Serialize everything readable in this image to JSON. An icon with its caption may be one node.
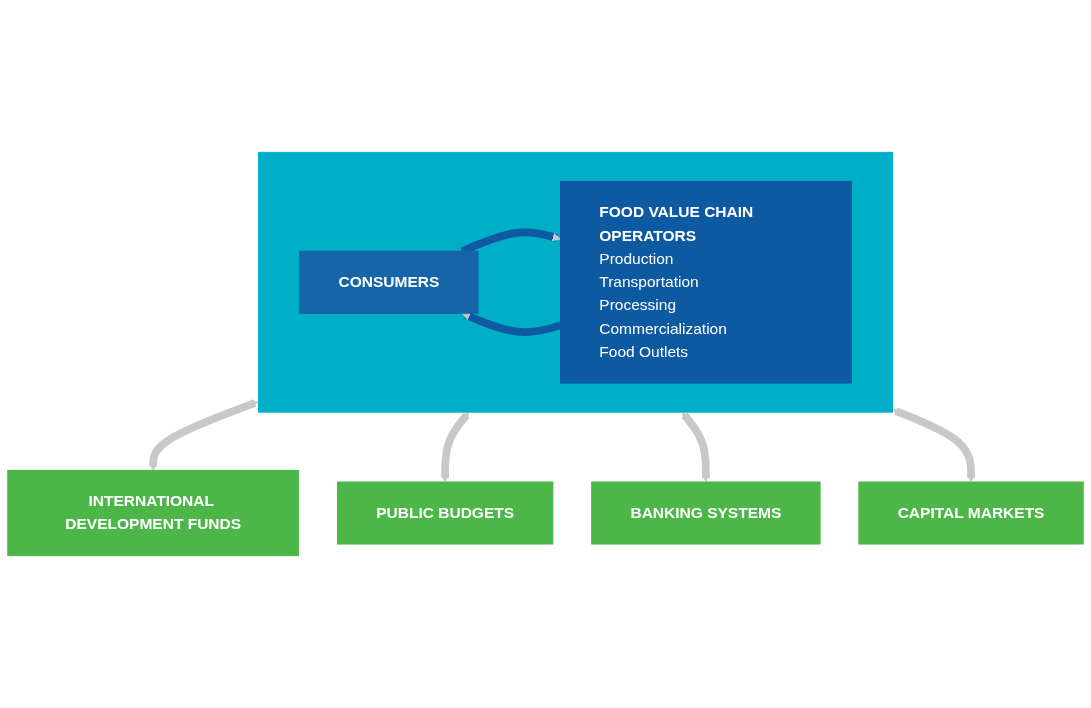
{
  "diagram": {
    "nodes": [
      {
        "text": [],
        "shape": "box"
      },
      {
        "text": [
          "CONSUMERS"
        ],
        "in": 0
      },
      {
        "text": [
          "FOOD VALUE CHAIN OPERATORS",
          "Production",
          "Transportation",
          "Processing",
          "Commercialization",
          "Food Outlets"
        ],
        "in": 0
      },
      {
        "text": [
          "INTERNATIONAL DEVELOPMENT FUNDS"
        ]
      },
      {
        "text": [
          "PUBLIC BUDGETS"
        ]
      },
      {
        "text": [
          "BANKING SYSTEMS"
        ]
      },
      {
        "text": [
          "CAPITAL MARKETS"
        ]
      }
    ],
    "edges": [
      {
        "from": 1,
        "to": 2,
        "arrow": "to",
        "color": "#0d5aa3"
      },
      {
        "from": 2,
        "to": 1,
        "arrow": "to",
        "color": "#0d5aa3"
      },
      {
        "from": 0,
        "to": 3,
        "arrow": "both"
      },
      {
        "from": 0,
        "to": 4,
        "arrow": "both"
      },
      {
        "from": 0,
        "to": 5,
        "arrow": "both"
      },
      {
        "from": 0,
        "to": 6,
        "arrow": "both"
      }
    ]
  }
}
